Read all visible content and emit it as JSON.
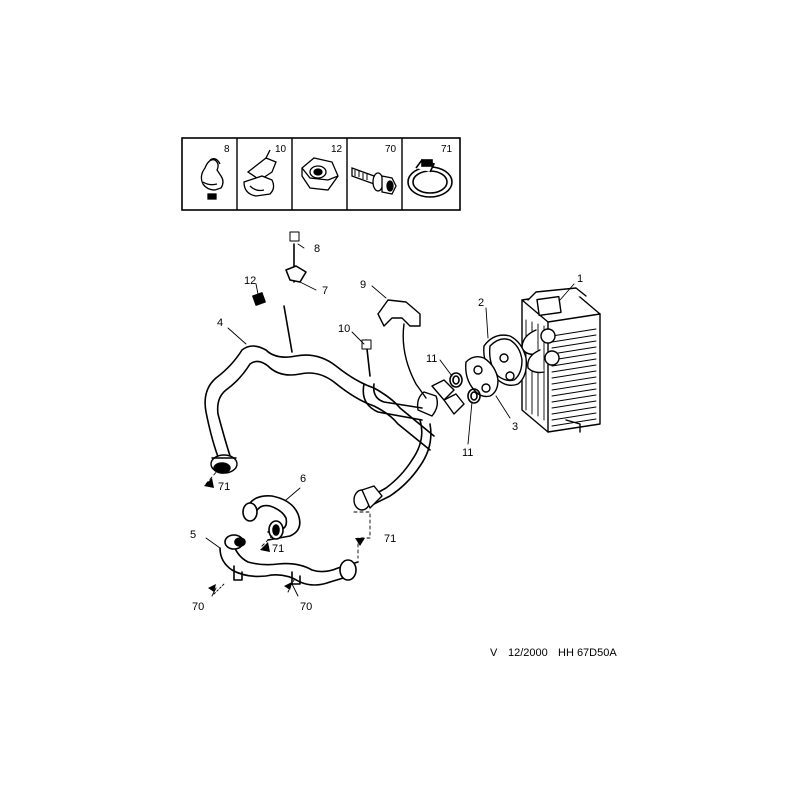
{
  "legend": {
    "items": [
      {
        "number": "8"
      },
      {
        "number": "10"
      },
      {
        "number": "12"
      },
      {
        "number": "70"
      },
      {
        "number": "71"
      }
    ]
  },
  "callouts": {
    "c1": "1",
    "c2": "2",
    "c3": "3",
    "c4": "4",
    "c5": "5",
    "c6": "6",
    "c7": "7",
    "c8": "8",
    "c9": "9",
    "c10": "10",
    "c11a": "11",
    "c11b": "11",
    "c12": "12",
    "c70a": "70",
    "c70b": "70",
    "c71a": "71",
    "c71b": "71",
    "c71c": "71"
  },
  "footer": {
    "version": "V",
    "date": "12/2000",
    "reference": "HH 67D50A"
  }
}
